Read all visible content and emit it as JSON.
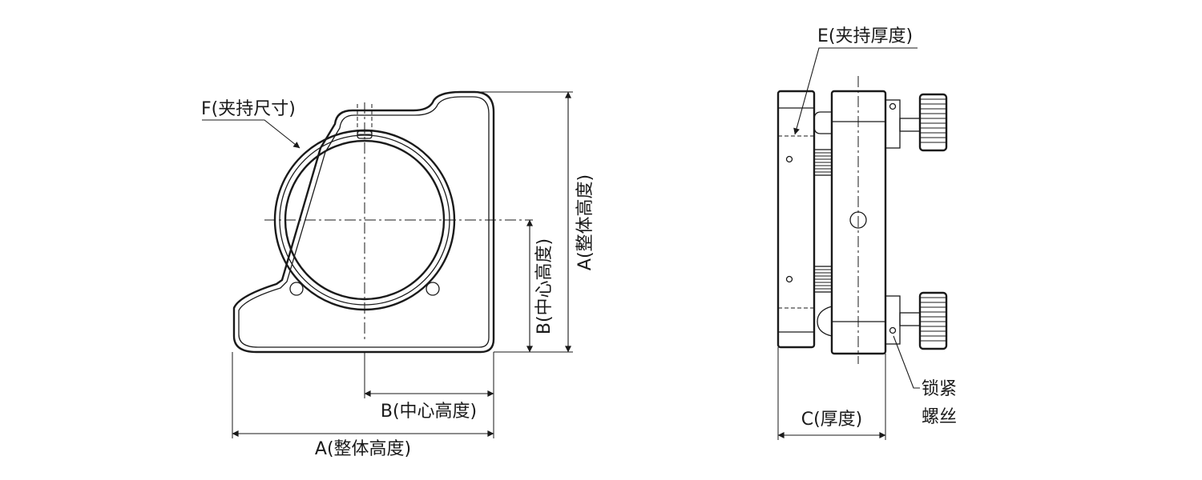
{
  "labels": {
    "clamp_size": "F(夹持尺寸)",
    "clamp_thickness": "E(夹持厚度)",
    "center_height": "B(中心高度)",
    "overall_height": "A(整体高度)",
    "thickness": "C(厚度)",
    "lock_screw_line1": "锁紧",
    "lock_screw_line2": "螺丝"
  }
}
